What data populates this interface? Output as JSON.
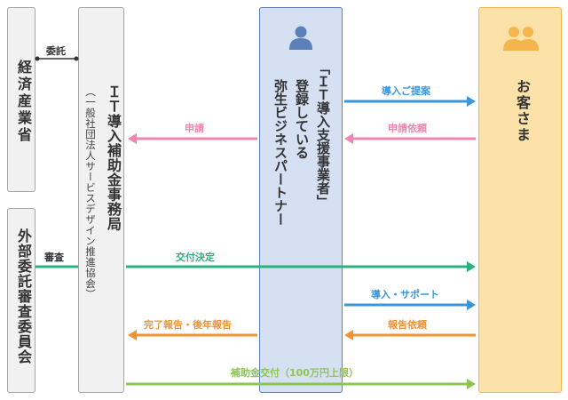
{
  "colors": {
    "gray_fill": "#f1f1f2",
    "gray_border": "#a4a5a7",
    "partner_fill": "#d5e1f3",
    "partner_border": "#5a7fb9",
    "client_fill": "#fce2a8",
    "client_border": "#f5b54e",
    "blue": "#3b96d8",
    "pink": "#ef85b2",
    "green": "#2db17c",
    "orange": "#f39233",
    "lime": "#8dc551"
  },
  "icons": {
    "partner": "person-icon",
    "client": "people-icon"
  },
  "boxes": {
    "meti": "経済産業省",
    "external_committee": "外部委託審査委員会",
    "secretariat_title": "ＩＴ導入補助金事務局",
    "secretariat_sub": "（一般社団法人サービスデザイン推進協会）",
    "partner_line1": "「ＩＴ導入支援事業者」",
    "partner_line2": "登録している",
    "partner_line3": "弥生ビジネスパートナー",
    "client": "お客さま"
  },
  "labels": {
    "entrust": "委託",
    "review": "審査",
    "proposal": "導入ご提案",
    "apply": "申請",
    "apply_request": "申請依頼",
    "grant_decision": "交付決定",
    "install_support": "導入・サポート",
    "completion_report": "完了報告・後年報告",
    "report_request": "報告依頼",
    "subsidy_payment": "補助金交付（100万円上限）"
  }
}
